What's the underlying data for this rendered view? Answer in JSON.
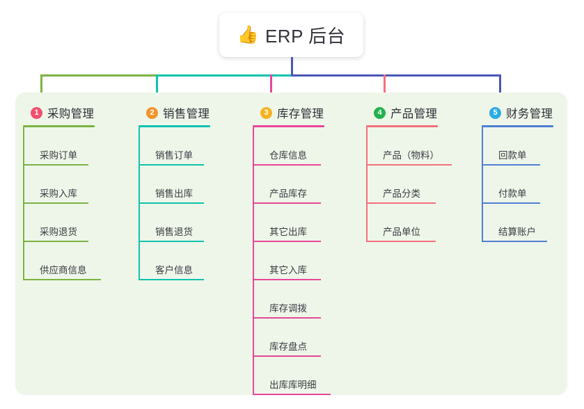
{
  "root": {
    "icon": "thumbs-up-icon",
    "icon_glyph": "👍",
    "title": "ERP 后台",
    "stem_color": "#4a56b5"
  },
  "panel": {
    "background": "#eef6e9"
  },
  "connector": {
    "segments": [
      {
        "name": "segment-green",
        "color": "#7cb342"
      },
      {
        "name": "segment-teal",
        "color": "#0fc2b0"
      },
      {
        "name": "segment-blue",
        "color": "#4a56b5"
      }
    ]
  },
  "columns": [
    {
      "number": "1",
      "title": "采购管理",
      "badge_color": "#f0506e",
      "accent": "#7cb342",
      "drop_color": "#7cb342",
      "items": [
        {
          "label": "采购订单",
          "rule_width": 92
        },
        {
          "label": "采购入库",
          "rule_width": 92
        },
        {
          "label": "采购退货",
          "rule_width": 92
        },
        {
          "label": "供应商信息",
          "rule_width": 110
        }
      ]
    },
    {
      "number": "2",
      "title": "销售管理",
      "badge_color": "#f0932b",
      "accent": "#0fc2b0",
      "drop_color": "#0fc2b0",
      "items": [
        {
          "label": "销售订单",
          "rule_width": 92
        },
        {
          "label": "销售出库",
          "rule_width": 92
        },
        {
          "label": "销售退货",
          "rule_width": 92
        },
        {
          "label": "客户信息",
          "rule_width": 92
        }
      ]
    },
    {
      "number": "3",
      "title": "库存管理",
      "badge_color": "#f5b323",
      "accent": "#e8469b",
      "drop_color": "#e8469b",
      "items": [
        {
          "label": "仓库信息",
          "rule_width": 96
        },
        {
          "label": "产品库存",
          "rule_width": 96
        },
        {
          "label": "其它出库",
          "rule_width": 96
        },
        {
          "label": "其它入库",
          "rule_width": 96
        },
        {
          "label": "库存调拨",
          "rule_width": 96
        },
        {
          "label": "库存盘点",
          "rule_width": 96
        },
        {
          "label": "出库库明细",
          "rule_width": 110
        }
      ]
    },
    {
      "number": "4",
      "title": "产品管理",
      "badge_color": "#22b14c",
      "accent": "#f4707a",
      "drop_color": "#f4707a",
      "items": [
        {
          "label": "产品（物料）",
          "rule_width": 121
        },
        {
          "label": "产品分类",
          "rule_width": 98
        },
        {
          "label": "产品单位",
          "rule_width": 98
        }
      ]
    },
    {
      "number": "5",
      "title": "财务管理",
      "badge_color": "#2aabe4",
      "accent": "#4f7fd4",
      "drop_color": "#4a56b5",
      "items": [
        {
          "label": "回款单",
          "rule_width": 82
        },
        {
          "label": "付款单",
          "rule_width": 82
        },
        {
          "label": "结算账户",
          "rule_width": 92
        }
      ]
    }
  ]
}
